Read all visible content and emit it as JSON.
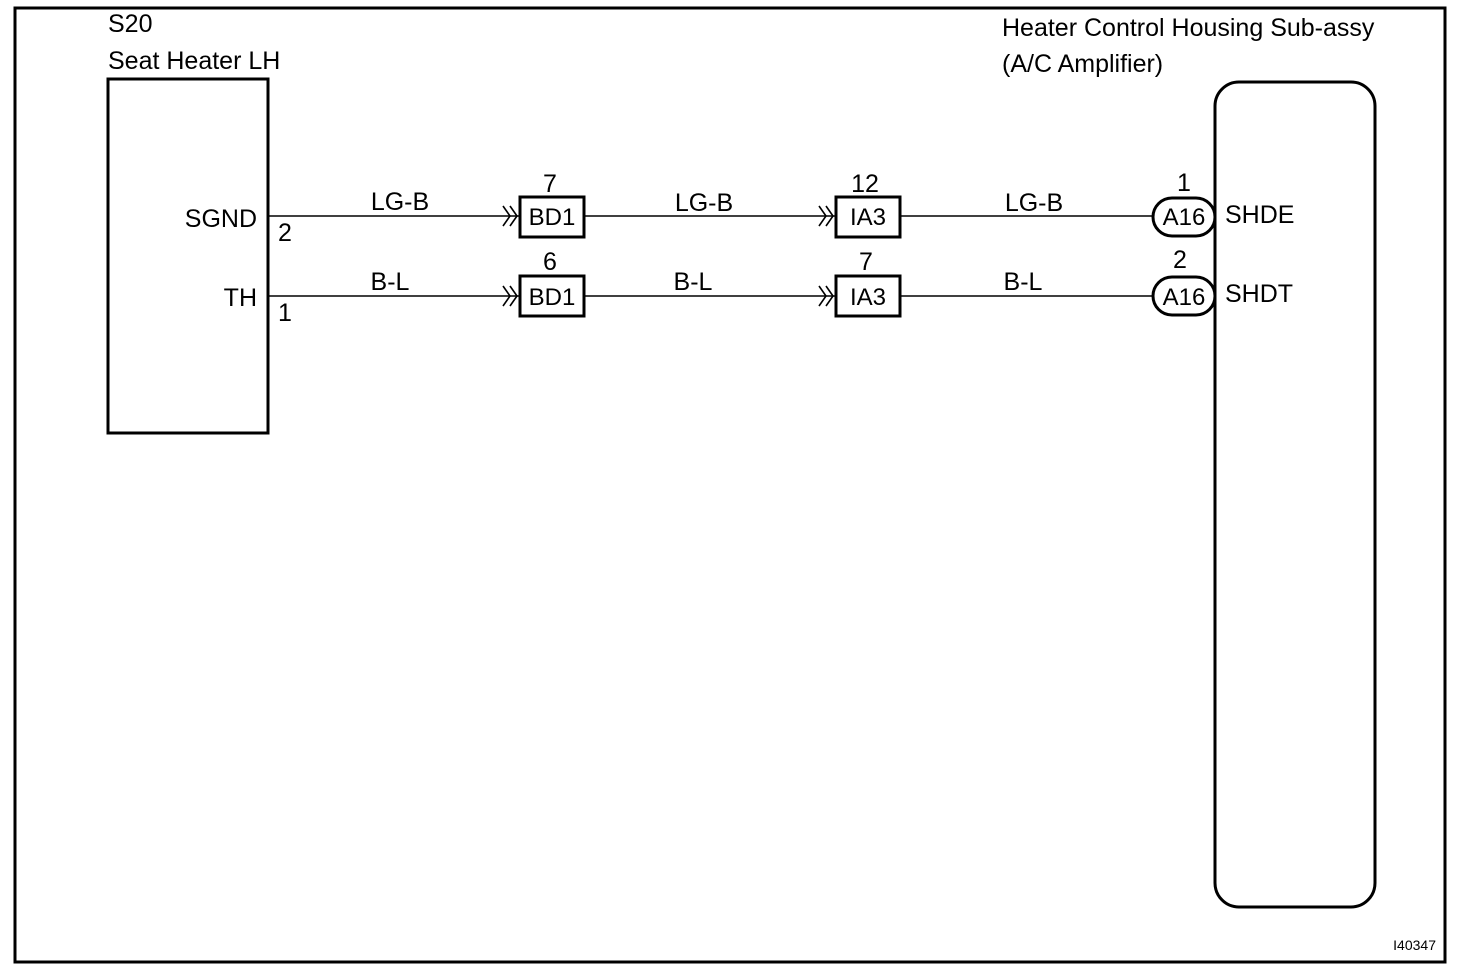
{
  "left_component": {
    "code": "S20",
    "name": "Seat Heater LH",
    "pins": [
      {
        "label": "SGND",
        "number": "2"
      },
      {
        "label": "TH",
        "number": "1"
      }
    ]
  },
  "right_component": {
    "name_line1": "Heater Control Housing Sub-assy",
    "name_line2": "(A/C Amplifier)",
    "pins": [
      {
        "label": "SHDE",
        "number": "1",
        "connector": "A16"
      },
      {
        "label": "SHDT",
        "number": "2",
        "connector": "A16"
      }
    ]
  },
  "wires": [
    {
      "color_code": "LG-B",
      "connectors": [
        {
          "name": "BD1",
          "pin": "7"
        },
        {
          "name": "IA3",
          "pin": "12"
        }
      ]
    },
    {
      "color_code": "B-L",
      "connectors": [
        {
          "name": "BD1",
          "pin": "6"
        },
        {
          "name": "IA3",
          "pin": "7"
        }
      ]
    }
  ],
  "figure_id": "I40347"
}
